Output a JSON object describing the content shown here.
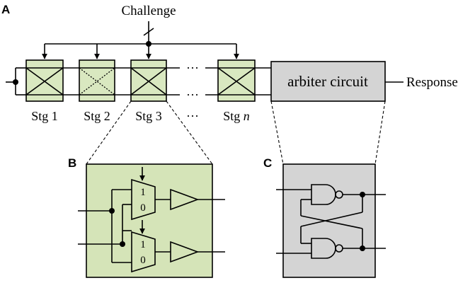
{
  "panels": {
    "a": "A",
    "b": "B",
    "c": "C"
  },
  "labels": {
    "challenge": "Challenge",
    "response": "Response",
    "arbiter": "arbiter circuit",
    "ellipsis": "···",
    "stages": [
      "Stg 1",
      "Stg 2",
      "Stg 3"
    ],
    "stage_n_prefix": "Stg ",
    "stage_n_var": "n"
  },
  "mux": {
    "one": "1",
    "zero": "0"
  },
  "colors": {
    "stage_fill": "#d9e8c0",
    "detail_b_fill": "#d5e4b8",
    "gray_fill": "#d4d4d4",
    "stroke": "#000000"
  }
}
